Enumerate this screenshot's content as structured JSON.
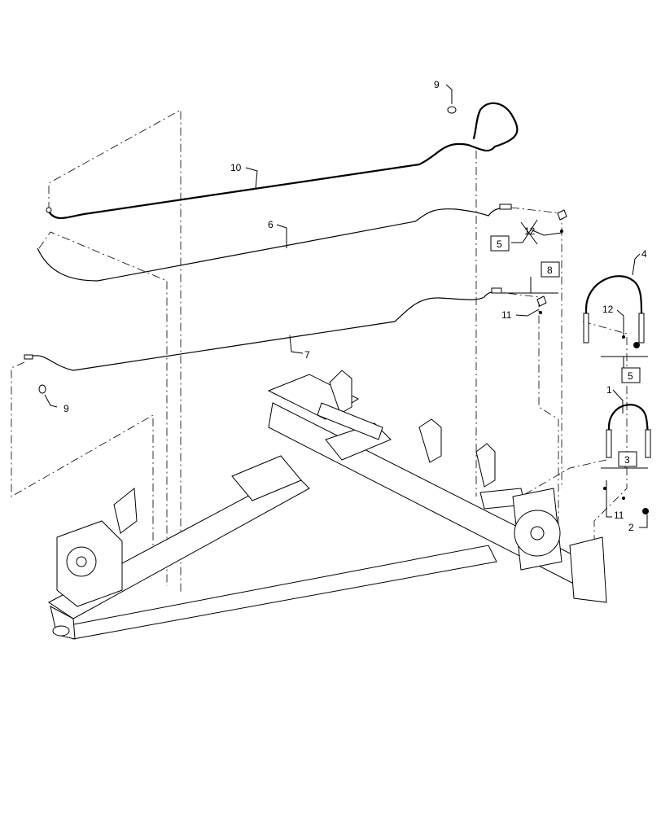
{
  "callouts": {
    "c1": "1",
    "c2": "2",
    "c3": "3",
    "c4": "4",
    "c5a": "5",
    "c5b": "5",
    "c6": "6",
    "c7": "7",
    "c8": "8",
    "c9a": "9",
    "c9b": "9",
    "c10": "10",
    "c11a": "11",
    "c11b": "11",
    "c12a": "12",
    "c12b": "12"
  }
}
